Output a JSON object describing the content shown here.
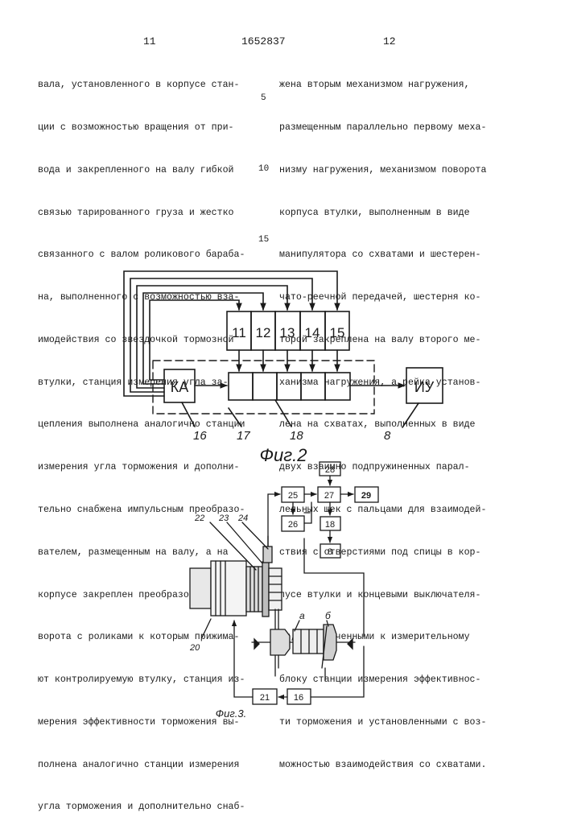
{
  "header": {
    "left_page": "11",
    "patent_number": "1652837",
    "right_page": "12"
  },
  "left_column": [
    "вала, установленного в корпусе стан-",
    "ции с возможностью вращения от при-",
    "вода и закрепленного на валу гибкой",
    "связью тарированного груза и жестко",
    "связанного с валом роликового бараба-",
    "на, выполненного с возможностью вза-",
    "имодействия со звездочкой тормозной",
    "втулки, станция измерения угла за-",
    "цепления выполнена аналогично станции",
    "измерения угла торможения и дополни-",
    "тельно снабжена импульсным преобразо-",
    "вателем, размещенным на валу, а на",
    "корпусе закреплен преобразователь по-",
    "ворота с роликами к которым прижима-",
    "ют контролируемую втулку, станция из-",
    "мерения эффективности торможения вы-",
    "полнена аналогично станции измерения",
    "угла торможения и дополнительно снаб-"
  ],
  "right_column": [
    "жена вторым механизмом нагружения,",
    "размещенным параллельно первому меха-",
    "низму нагружения, механизмом поворота",
    "корпуса втулки, выполненным в виде",
    "манипулятора со схватами и шестерен-",
    "чато-реечной передачей, шестерня ко-",
    "торой закреплена на валу второго ме-",
    "ханизма нагружения, а рейка установ-",
    "лена на схватах, выполненных в виде",
    "двух взаимно подпружиненных парал-",
    "лельных щек с пальцами для взаимодей-",
    "ствия с отверстиями под спицы в кор-",
    "пусе втулки и концевыми выключателя-",
    "ми, подключенными к измерительному",
    "блоку станции измерения эффективнос-",
    "ти торможения и установленными с воз-",
    "можностью взаимодействия со схватами."
  ],
  "line_numbers": [
    "5",
    "10",
    "15"
  ],
  "figure2": {
    "caption": "Фиг.2",
    "blocks": {
      "b11": "11",
      "b12": "12",
      "b13": "13",
      "b14": "14",
      "b15": "15",
      "ka": "КА",
      "iu": "ИУ"
    },
    "leaders": {
      "l16": "16",
      "l17": "17",
      "l18": "18",
      "l8": "8"
    }
  },
  "figure3": {
    "caption": "Фиг.3.",
    "blocks": {
      "b28": "28",
      "b25": "25",
      "b27": "27",
      "b29": "29",
      "b26": "26",
      "b18": "18",
      "b8": "8",
      "b21": "21",
      "b16": "16"
    },
    "leaders": {
      "l22": "22",
      "l23": "23",
      "l24": "24",
      "l20": "20",
      "la": "а",
      "lb": "б"
    }
  }
}
